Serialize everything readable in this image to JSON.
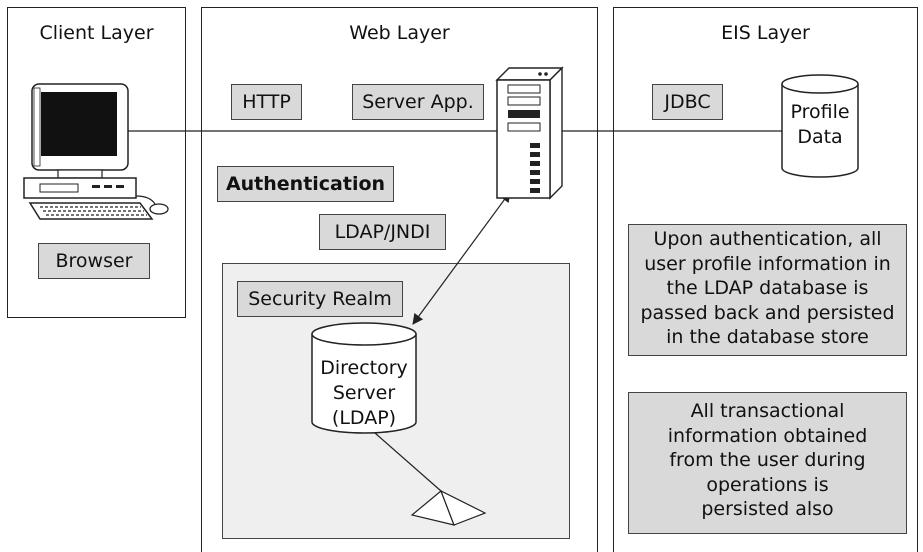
{
  "layers": {
    "client": {
      "title": "Client Layer"
    },
    "web": {
      "title": "Web Layer"
    },
    "eis": {
      "title": "EIS Layer"
    }
  },
  "tags": {
    "browser": "Browser",
    "http": "HTTP",
    "server_app": "Server App.",
    "authentication": "Authentication",
    "ldap_jndi": "LDAP/JNDI",
    "security_realm": "Security Realm",
    "jdbc": "JDBC"
  },
  "directory_server": {
    "lines": [
      "Directory",
      "Server",
      "(LDAP)"
    ]
  },
  "profile_data": {
    "lines": [
      "Profile",
      "Data"
    ]
  },
  "notes": {
    "authentication_note": [
      "Upon authentication, all",
      "user profile information in",
      "the LDAP database is",
      "passed back and persisted",
      "in the database store"
    ],
    "transaction_note": [
      "All transactional",
      "information obtained",
      "from the user during",
      "operations is",
      "persisted also"
    ]
  },
  "colors": {
    "label_fill": "#d9d9d9",
    "realm_fill": "#efefef",
    "line": "#222222"
  }
}
